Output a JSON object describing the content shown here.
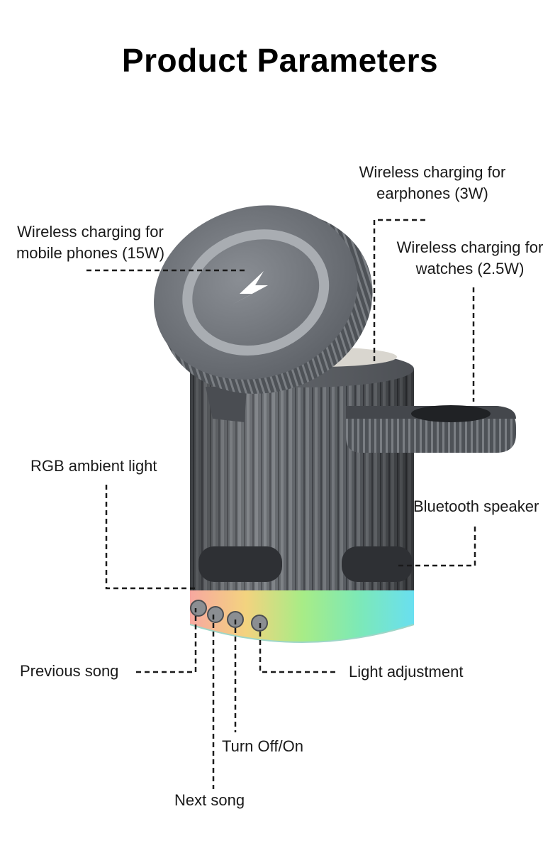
{
  "title": "Product Parameters",
  "labels": {
    "earphones_line1": "Wireless charging for",
    "earphones_line2": "earphones (3W)",
    "phone_line1": "Wireless charging for",
    "phone_line2": "mobile phones (15W)",
    "watch_line1": "Wireless charging for",
    "watch_line2": "watches (2.5W)",
    "rgb": "RGB ambient light",
    "speaker": "Bluetooth speaker",
    "previous": "Previous song",
    "light": "Light adjustment",
    "power": "Turn Off/On",
    "next": "Next song"
  },
  "colors": {
    "body": "#5f6368",
    "body_dark": "#3c3f44",
    "accent_led_start": "#f4a3a3",
    "accent_led_end": "#6fe3e6"
  },
  "icons": [
    "lightning-bolt-icon"
  ]
}
